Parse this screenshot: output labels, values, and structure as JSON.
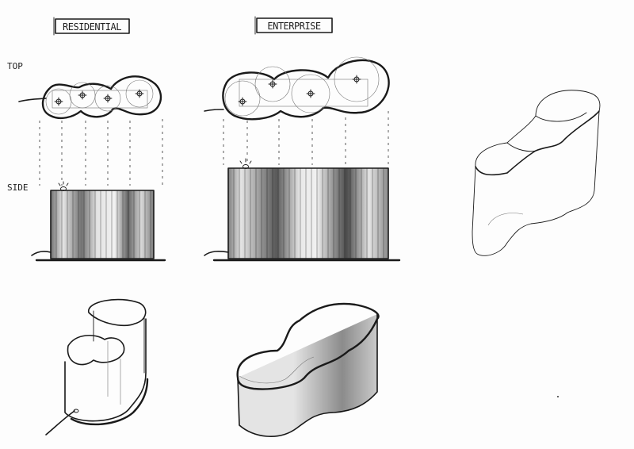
{
  "labels": {
    "residential": "RESIDENTIAL",
    "enterprise": "ENTERPRISE",
    "top": "TOP",
    "side": "SIDE"
  },
  "ink_color": "#1a1a1a",
  "paper_color": "#fdfdfd"
}
